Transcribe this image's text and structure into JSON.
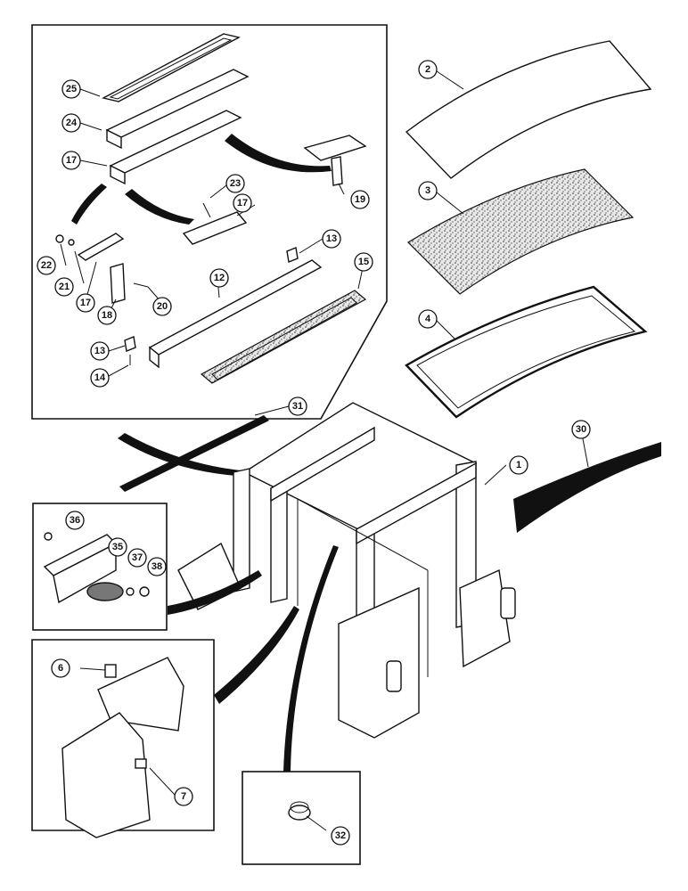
{
  "diagram": {
    "callouts": [
      "1",
      "2",
      "3",
      "4",
      "6",
      "7",
      "12",
      "13",
      "13",
      "14",
      "15",
      "17",
      "17",
      "17",
      "18",
      "19",
      "20",
      "21",
      "22",
      "23",
      "24",
      "25",
      "30",
      "31",
      "32",
      "35",
      "36",
      "37",
      "38"
    ]
  },
  "colors": {
    "ink": "#111111",
    "paper": "#ffffff",
    "shade": "#cfcfcf"
  }
}
